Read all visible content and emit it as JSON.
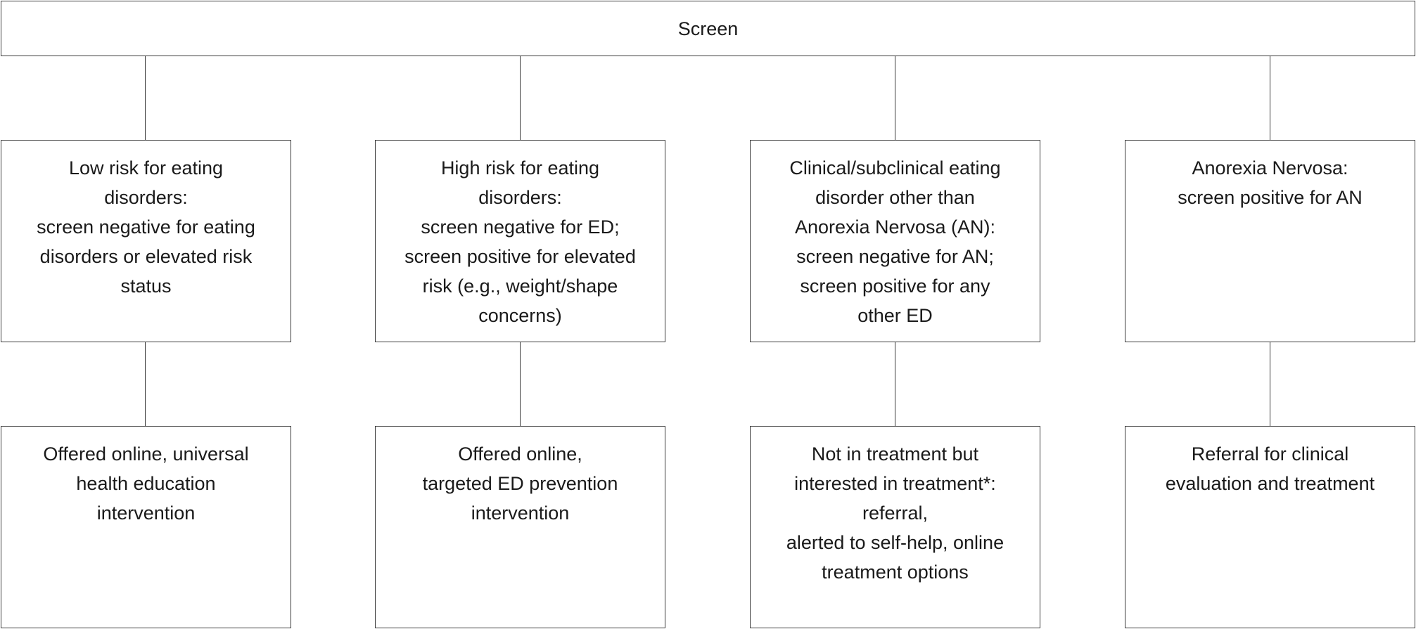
{
  "screen": {
    "label": "Screen"
  },
  "columns": [
    {
      "category": [
        "Low risk for eating",
        "disorders:",
        "screen negative for eating",
        "disorders or elevated risk",
        "status"
      ],
      "action": [
        "Offered online, universal",
        "health education",
        "intervention"
      ]
    },
    {
      "category": [
        "High risk for eating",
        "disorders:",
        "screen negative for ED;",
        "screen positive for elevated",
        "risk (e.g., weight/shape",
        "concerns)"
      ],
      "action": [
        "Offered online,",
        "targeted ED prevention",
        "intervention"
      ]
    },
    {
      "category": [
        "Clinical/subclinical eating",
        "disorder other than",
        "Anorexia Nervosa (AN):",
        "screen negative for AN;",
        "screen positive for any",
        "other ED"
      ],
      "action": [
        "Not in treatment but",
        "interested in treatment*:",
        "referral,",
        "alerted to self-help, online",
        "treatment options"
      ]
    },
    {
      "category": [
        "Anorexia Nervosa:",
        "screen positive for AN"
      ],
      "action": [
        "Referral for clinical",
        "evaluation and treatment"
      ]
    }
  ]
}
